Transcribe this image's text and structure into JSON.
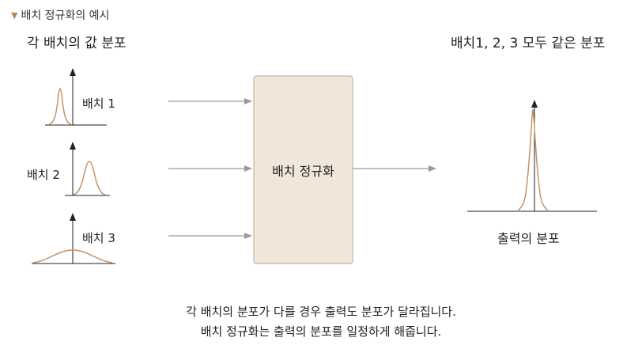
{
  "caption": {
    "marker": "▼",
    "text": "배치 정규화의 예시"
  },
  "left_title": "각 배치의 값 분포",
  "right_title": "배치1, 2, 3 모두 같은 분포",
  "batches": [
    {
      "label": "배치 1"
    },
    {
      "label": "배치 2"
    },
    {
      "label": "배치 3"
    }
  ],
  "process_box": {
    "label": "배치 정규화"
  },
  "output": {
    "label": "출력의 분포"
  },
  "notes": [
    "각 배치의 분포가 다를 경우 출력도 분포가 달라집니다.",
    "배치 정규화는 출력의 분포를 일정하게 해줍니다."
  ],
  "colors": {
    "curve": "#c49462",
    "box_fill": "#f1e6da",
    "box_stroke": "#bda88f",
    "arrow": "#9a9a9a",
    "axis": "#222222"
  }
}
